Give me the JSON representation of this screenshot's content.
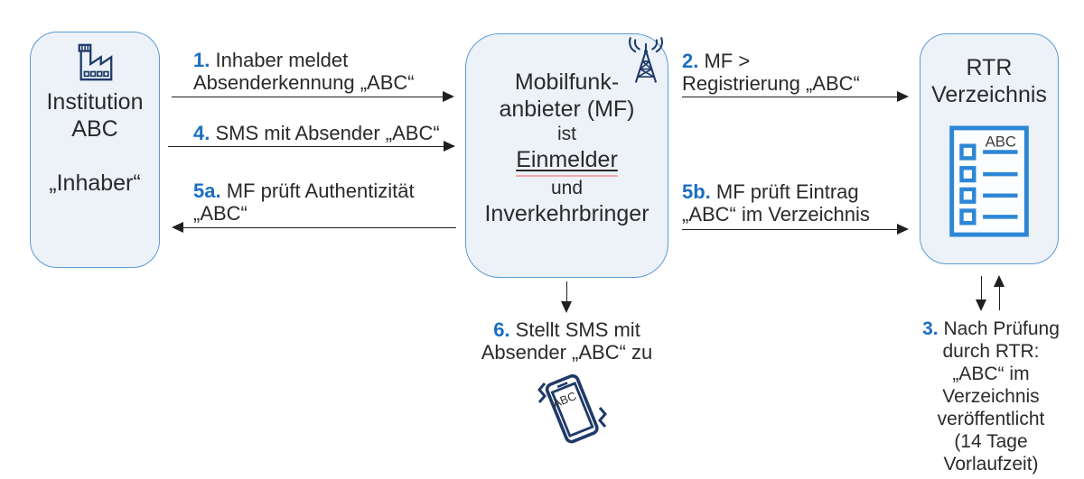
{
  "colors": {
    "box_fill": "#edf2f9",
    "box_border": "#5b9bd5",
    "accent_blue": "#1b6ec2",
    "icon_navy": "#1e3a68",
    "icon_bright_blue": "#2d86d6",
    "text": "#2a2a2a",
    "arrow": "#1f1f1f",
    "spellcheck_pink": "#f3aaa6"
  },
  "nodes": {
    "institution": {
      "lines": [
        "Institution",
        "ABC",
        "„Inhaber“"
      ],
      "icon": "factory-icon"
    },
    "mobilfunk": {
      "lines": [
        "Mobilfunk-",
        "anbieter (MF)",
        "ist",
        "Einmelder",
        "und",
        "Inverkehrbringer"
      ],
      "icon": "radio-tower-icon"
    },
    "rtr": {
      "title_lines": [
        "RTR",
        "Verzeichnis"
      ],
      "doc_label": "ABC",
      "icon": "directory-list-icon"
    }
  },
  "steps": {
    "1": {
      "num": "1.",
      "lines": [
        "Inhaber meldet",
        "Absenderkennung „ABC“"
      ]
    },
    "2": {
      "num": "2.",
      "lines": [
        "MF >",
        "Registrierung „ABC“"
      ]
    },
    "3": {
      "num": "3.",
      "lines": [
        "Nach Prüfung",
        "durch RTR:",
        "„ABC“ im",
        "Verzeichnis",
        "veröffentlicht",
        "(14 Tage",
        "Vorlaufzeit)"
      ]
    },
    "4": {
      "num": "4.",
      "lines": [
        "SMS mit Absender „ABC“"
      ]
    },
    "5a": {
      "num": "5a.",
      "lines": [
        "MF prüft Authentizität",
        "„ABC“"
      ]
    },
    "5b": {
      "num": "5b.",
      "lines": [
        "MF prüft Eintrag",
        "„ABC“ im Verzeichnis"
      ]
    },
    "6": {
      "num": "6.",
      "lines": [
        "Stellt SMS mit",
        "Absender „ABC“ zu"
      ]
    }
  },
  "phone": {
    "screen_label": "ABC"
  }
}
